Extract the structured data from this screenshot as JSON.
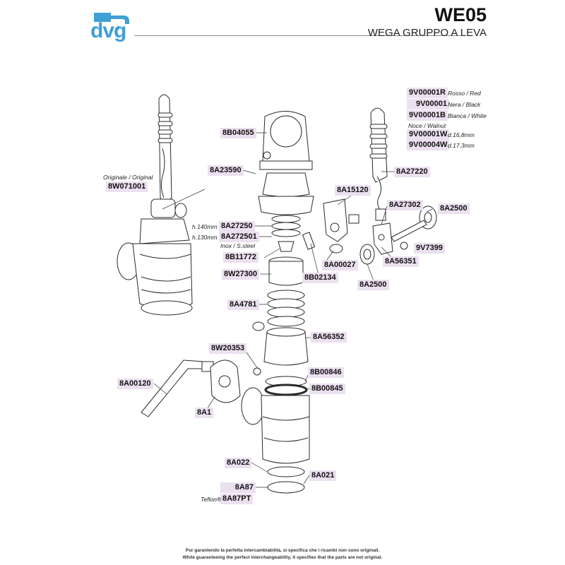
{
  "header": {
    "brand": "dvg",
    "model": "WE05",
    "subtitle": "WEGA GRUPPO A LEVA"
  },
  "colors": {
    "brand": "#3f9fd6",
    "label_bg": "#ebe0f0"
  },
  "part_labels": {
    "p9V00001R": "9V00001R",
    "p9V00001": "9V00001",
    "p9V00001B": "9V00001B",
    "p9V00001W": "9V00001W",
    "p9V00004W": "9V00004W",
    "p8B04055": "8B04055",
    "p8A23590": "8A23590",
    "p8A27220": "8A27220",
    "p8W071001": "8W071001",
    "p8A15120": "8A15120",
    "p8A27302": "8A27302",
    "p8A2500a": "8A2500",
    "p8A27250": "8A27250",
    "p8A272501": "8A272501",
    "p9V7399": "9V7399",
    "p8B11772": "8B11772",
    "p8A00027": "8A00027",
    "p8A56351": "8A56351",
    "p8W27300": "8W27300",
    "p8B02134": "8B02134",
    "p8A2500b": "8A2500",
    "p8A4781": "8A4781",
    "p8A56352": "8A56352",
    "p8W20353": "8W20353",
    "p8B00846": "8B00846",
    "p8A00120": "8A00120",
    "p8B00845": "8B00845",
    "p8A1": "8A1",
    "p8A022": "8A022",
    "p8A021": "8A021",
    "p8A87": "8A87",
    "p8A87PT": "8A87PT"
  },
  "notes": {
    "rosso": "Rosso / Red",
    "nera": "Nera / Black",
    "bianca": "Bianca / White",
    "noce": "Noce / Walnut",
    "d168": "d.16,8mm",
    "d173": "d.17,3mm",
    "originale": "Originale / Original",
    "h140": "h.140mm",
    "h130": "h.130mm",
    "inox": "Inox / S.steel",
    "teflon": "Teflon®"
  },
  "footer": {
    "it": "Pur garantendo la perfetta intercambiabilità, si specifica che i ricambi non sono originali.",
    "en": "While guaranteeing the perfect interchangeability, it specifies that the parts are not original."
  }
}
